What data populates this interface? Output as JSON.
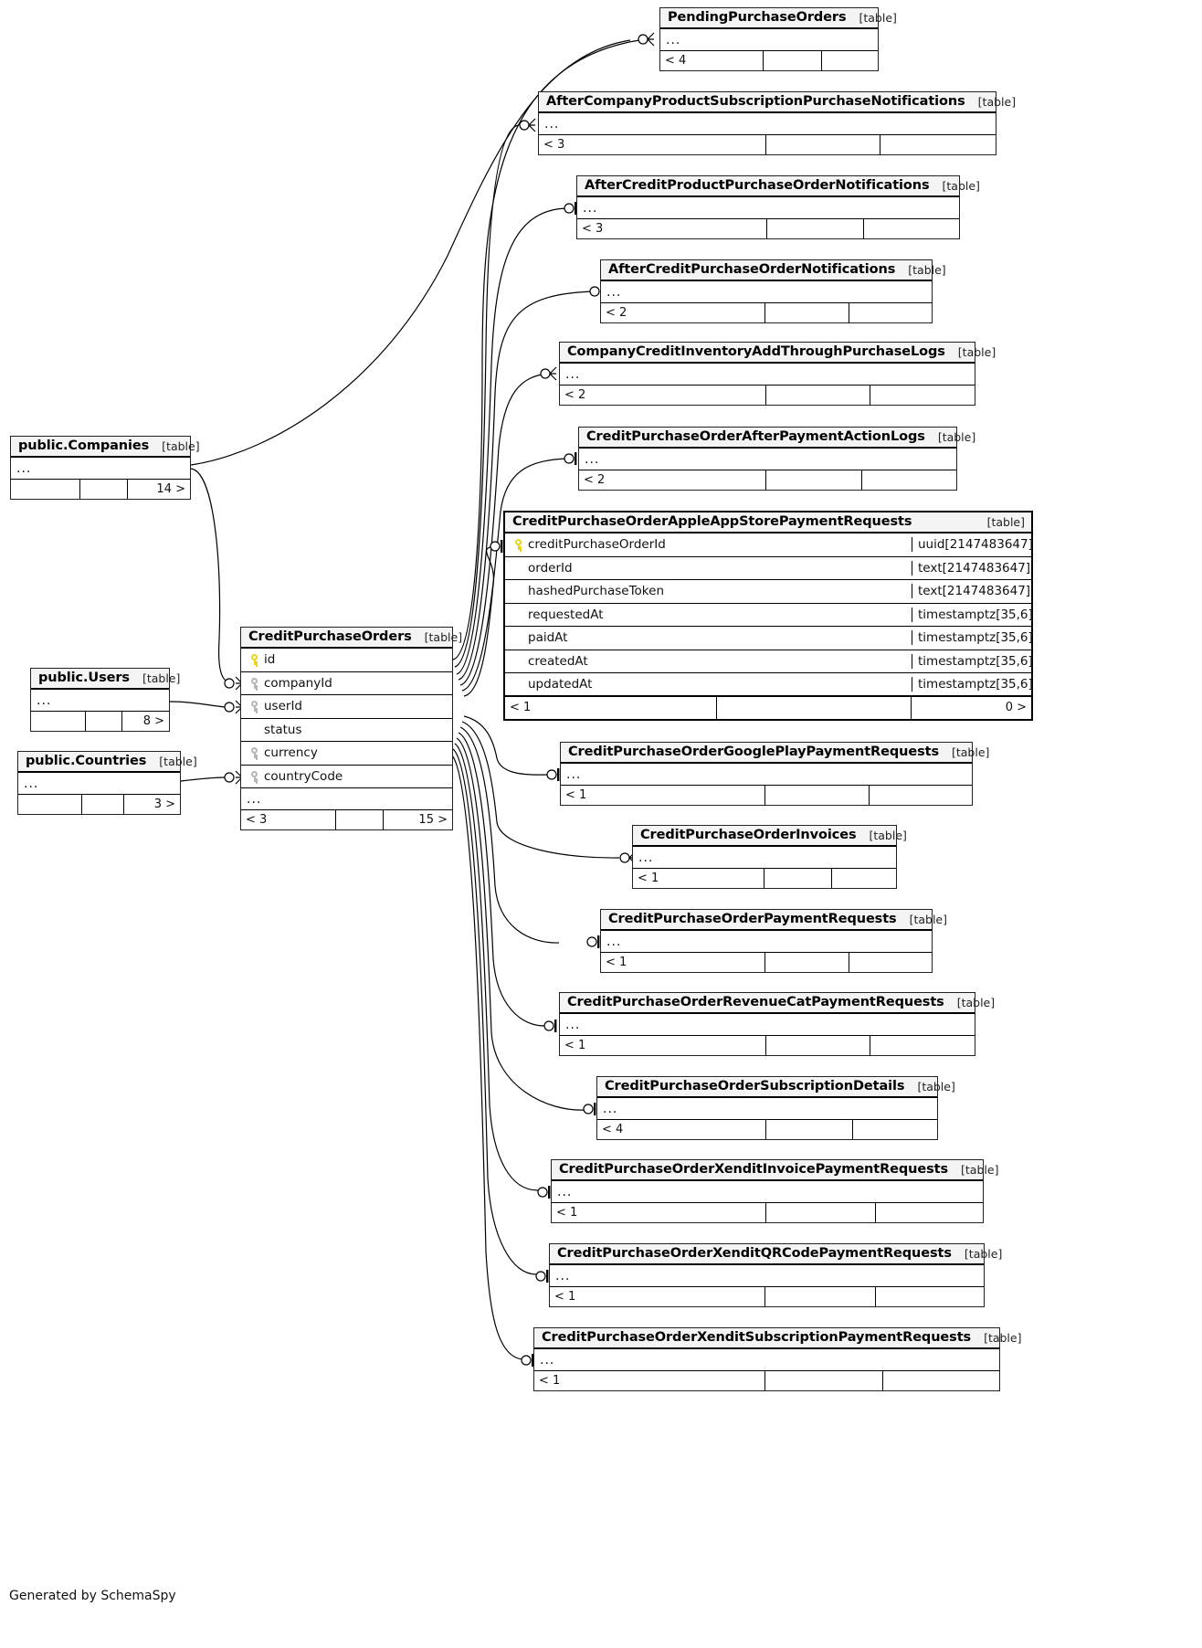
{
  "diagram": {
    "tool": "SchemaSpy",
    "footer_text": "Generated by SchemaSpy",
    "table_tag": "[table]",
    "ellipsis": "...",
    "colors": {
      "header_bg": "#f4f4f4",
      "border": "#000000",
      "pk_key": "#e8d41a",
      "fk_key": "#b6b6b6",
      "background": "#ffffff"
    }
  },
  "tables": {
    "pending_purchase_orders": {
      "name": "PendingPurchaseOrders",
      "tag": "[table]",
      "ellipsis": "...",
      "footer_left": "< 4",
      "footer_mid": "",
      "footer_right": ""
    },
    "after_company_product_subscription": {
      "name": "AfterCompanyProductSubscriptionPurchaseNotifications",
      "tag": "[table]",
      "ellipsis": "...",
      "footer_left": "< 3",
      "footer_mid": "",
      "footer_right": ""
    },
    "after_credit_product_purchase_order": {
      "name": "AfterCreditProductPurchaseOrderNotifications",
      "tag": "[table]",
      "ellipsis": "...",
      "footer_left": "< 3",
      "footer_mid": "",
      "footer_right": ""
    },
    "after_credit_purchase_order": {
      "name": "AfterCreditPurchaseOrderNotifications",
      "tag": "[table]",
      "ellipsis": "...",
      "footer_left": "< 2",
      "footer_mid": "",
      "footer_right": ""
    },
    "company_credit_inventory": {
      "name": "CompanyCreditInventoryAddThroughPurchaseLogs",
      "tag": "[table]",
      "ellipsis": "...",
      "footer_left": "< 2",
      "footer_mid": "",
      "footer_right": ""
    },
    "after_payment_action_logs": {
      "name": "CreditPurchaseOrderAfterPaymentActionLogs",
      "tag": "[table]",
      "ellipsis": "...",
      "footer_left": "< 2",
      "footer_mid": "",
      "footer_right": ""
    },
    "apple_app_store": {
      "name": "CreditPurchaseOrderAppleAppStorePaymentRequests",
      "tag": "[table]",
      "columns": [
        {
          "key": "pk",
          "name": "creditPurchaseOrderId",
          "type": "uuid[2147483647]"
        },
        {
          "key": "none",
          "name": "orderId",
          "type": "text[2147483647]"
        },
        {
          "key": "none",
          "name": "hashedPurchaseToken",
          "type": "text[2147483647]"
        },
        {
          "key": "none",
          "name": "requestedAt",
          "type": "timestamptz[35,6]"
        },
        {
          "key": "none",
          "name": "paidAt",
          "type": "timestamptz[35,6]"
        },
        {
          "key": "none",
          "name": "createdAt",
          "type": "timestamptz[35,6]"
        },
        {
          "key": "none",
          "name": "updatedAt",
          "type": "timestamptz[35,6]"
        }
      ],
      "footer_left": "< 1",
      "footer_mid": "",
      "footer_right": "0 >"
    },
    "google_play": {
      "name": "CreditPurchaseOrderGooglePlayPaymentRequests",
      "tag": "[table]",
      "ellipsis": "...",
      "footer_left": "< 1",
      "footer_mid": "",
      "footer_right": ""
    },
    "invoices": {
      "name": "CreditPurchaseOrderInvoices",
      "tag": "[table]",
      "ellipsis": "...",
      "footer_left": "< 1",
      "footer_mid": "",
      "footer_right": ""
    },
    "payment_requests": {
      "name": "CreditPurchaseOrderPaymentRequests",
      "tag": "[table]",
      "ellipsis": "...",
      "footer_left": "< 1",
      "footer_mid": "",
      "footer_right": ""
    },
    "revenue_cat": {
      "name": "CreditPurchaseOrderRevenueCatPaymentRequests",
      "tag": "[table]",
      "ellipsis": "...",
      "footer_left": "< 1",
      "footer_mid": "",
      "footer_right": ""
    },
    "subscription_details": {
      "name": "CreditPurchaseOrderSubscriptionDetails",
      "tag": "[table]",
      "ellipsis": "...",
      "footer_left": "< 4",
      "footer_mid": "",
      "footer_right": ""
    },
    "xendit_invoice": {
      "name": "CreditPurchaseOrderXenditInvoicePaymentRequests",
      "tag": "[table]",
      "ellipsis": "...",
      "footer_left": "< 1",
      "footer_mid": "",
      "footer_right": ""
    },
    "xendit_qrcode": {
      "name": "CreditPurchaseOrderXenditQRCodePaymentRequests",
      "tag": "[table]",
      "ellipsis": "...",
      "footer_left": "< 1",
      "footer_mid": "",
      "footer_right": ""
    },
    "xendit_subscription": {
      "name": "CreditPurchaseOrderXenditSubscriptionPaymentRequests",
      "tag": "[table]",
      "ellipsis": "...",
      "footer_left": "< 1",
      "footer_mid": "",
      "footer_right": ""
    },
    "companies": {
      "name": "public.Companies",
      "tag": "[table]",
      "ellipsis": "...",
      "footer_left": "",
      "footer_mid": "",
      "footer_right": "14 >"
    },
    "users": {
      "name": "public.Users",
      "tag": "[table]",
      "ellipsis": "...",
      "footer_left": "",
      "footer_mid": "",
      "footer_right": "8 >"
    },
    "countries": {
      "name": "public.Countries",
      "tag": "[table]",
      "ellipsis": "...",
      "footer_left": "",
      "footer_mid": "",
      "footer_right": "3 >"
    },
    "credit_purchase_orders": {
      "name": "CreditPurchaseOrders",
      "tag": "[table]",
      "columns": [
        {
          "key": "pk",
          "name": "id"
        },
        {
          "key": "fk",
          "name": "companyId"
        },
        {
          "key": "fk",
          "name": "userId"
        },
        {
          "key": "none",
          "name": "status"
        },
        {
          "key": "fk",
          "name": "currency"
        },
        {
          "key": "fk",
          "name": "countryCode"
        }
      ],
      "ellipsis": "...",
      "footer_left": "< 3",
      "footer_mid": "",
      "footer_right": "15 >"
    }
  }
}
